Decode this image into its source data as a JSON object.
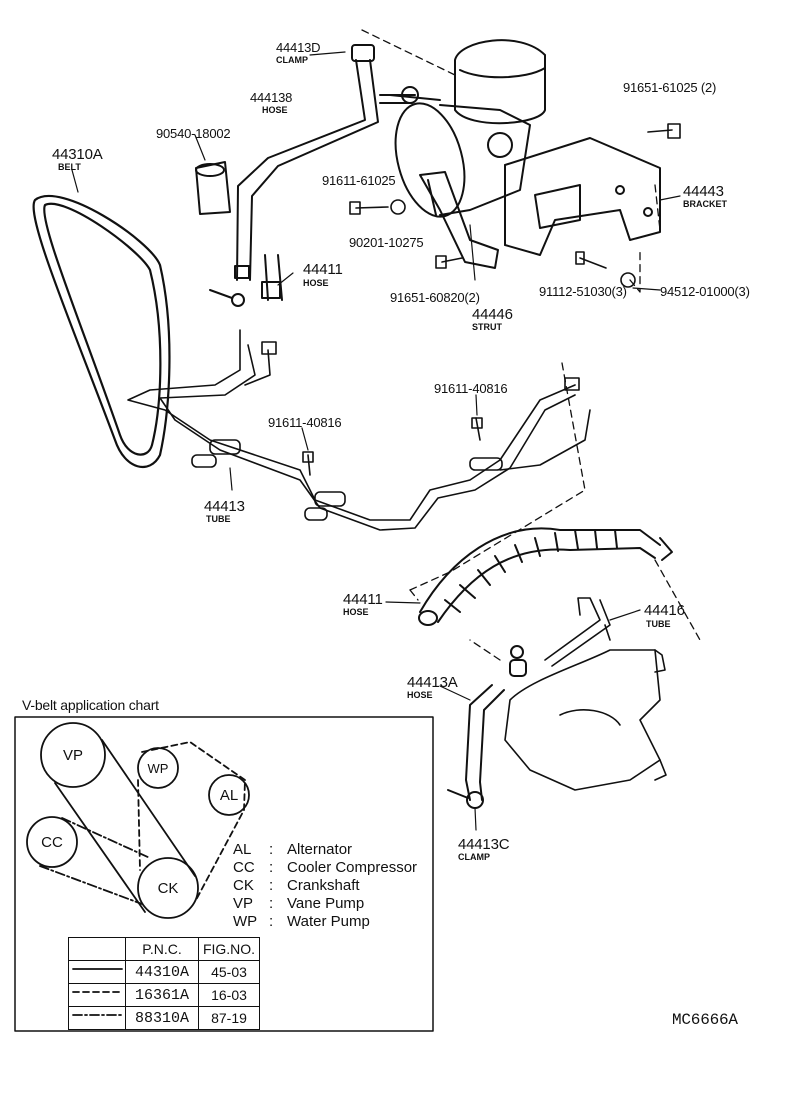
{
  "parts": {
    "p44413D": {
      "num": "44413D",
      "name": "CLAMP"
    },
    "p44413B": {
      "num": "444138",
      "name": "HOSE"
    },
    "p90540": {
      "num": "90540-18002"
    },
    "p44310A": {
      "num": "44310A",
      "name": "BELT"
    },
    "p91651_61025": {
      "num": "91651-61025 (2)"
    },
    "p91611_61025": {
      "num": "91611-61025"
    },
    "p44443": {
      "num": "44443",
      "name": "BRACKET"
    },
    "p90201": {
      "num": "90201-10275"
    },
    "p44411_top": {
      "num": "44411",
      "name": "HOSE"
    },
    "p91651_60820": {
      "num": "91651-60820(2)"
    },
    "p91112": {
      "num": "91112-51030(3)"
    },
    "p94512": {
      "num": "94512-01000(3)"
    },
    "p44446": {
      "num": "44446",
      "name": "STRUT"
    },
    "p91611_40816a": {
      "num": "91611-40816"
    },
    "p91611_40816b": {
      "num": "91611-40816"
    },
    "p44413": {
      "num": "44413",
      "name": "TUBE"
    },
    "p44411_mid": {
      "num": "44411",
      "name": "HOSE"
    },
    "p44416": {
      "num": "44416",
      "name": "TUBE"
    },
    "p44413A": {
      "num": "44413A",
      "name": "HOSE"
    },
    "p44413C": {
      "num": "44413C",
      "name": "CLAMP"
    }
  },
  "legend": {
    "title": "V-belt application chart",
    "pulleys": {
      "vp": "VP",
      "wp": "WP",
      "al": "AL",
      "cc": "CC",
      "ck": "CK"
    },
    "rows": [
      {
        "abbr": "AL",
        "sep": ":",
        "desc": "Alternator"
      },
      {
        "abbr": "CC",
        "sep": ":",
        "desc": "Cooler Compressor"
      },
      {
        "abbr": "CK",
        "sep": ":",
        "desc": "Crankshaft"
      },
      {
        "abbr": "VP",
        "sep": ":",
        "desc": "Vane Pump"
      },
      {
        "abbr": "WP",
        "sep": ":",
        "desc": "Water Pump"
      }
    ],
    "table": {
      "headers": [
        "",
        "P.N.C.",
        "FIG.NO."
      ],
      "rows": [
        {
          "pnc": "44310A",
          "fig": "45-03",
          "line": "solid"
        },
        {
          "pnc": "16361A",
          "fig": "16-03",
          "line": "dashed"
        },
        {
          "pnc": "88310A",
          "fig": "87-19",
          "line": "dash-dot"
        }
      ]
    }
  },
  "drawing_code": "MC6666A"
}
